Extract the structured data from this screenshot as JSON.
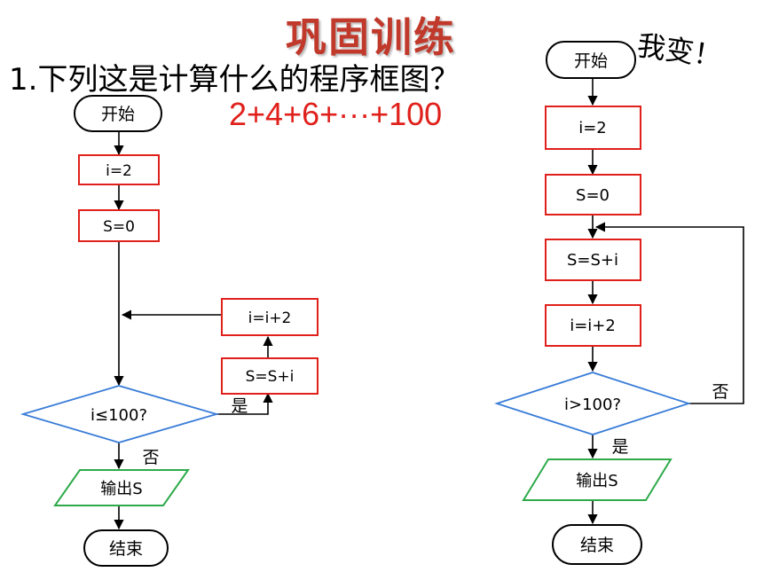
{
  "header": {
    "title": "巩固训练",
    "question": "1.下列这是计算什么的程序框图？",
    "answer": "2+4+6+···+100",
    "variant_note": "我变！"
  },
  "colors": {
    "title": "#c0392b",
    "answer": "#e0201b",
    "process_border": "#e0201b",
    "io_border": "#2eaa4a",
    "decision_border": "#3a7dd8"
  },
  "left_flowchart": {
    "start": "开始",
    "init_i": "i=2",
    "init_s": "S=0",
    "condition": "i≤100?",
    "yes": "是",
    "no": "否",
    "accumulate": "S=S+i",
    "increment": "i=i+2",
    "output": "输出S",
    "end": "结束"
  },
  "right_flowchart": {
    "start": "开始",
    "init_i": "i=2",
    "init_s": "S=0",
    "accumulate": "S=S+i",
    "increment": "i=i+2",
    "condition": "i>100?",
    "no": "否",
    "yes": "是",
    "output": "输出S",
    "end": "结束"
  }
}
